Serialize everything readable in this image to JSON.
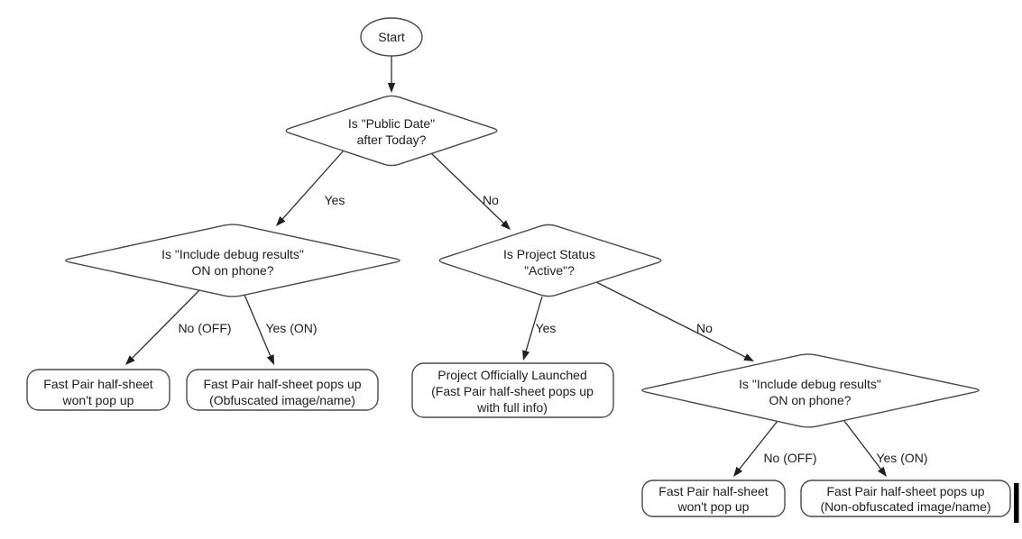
{
  "diagram": {
    "colors": {
      "background": "#ffffff",
      "shape_stroke": "#4a4a4a",
      "arrow": "#2d2d2d",
      "text": "#1c1c1c",
      "cursor_artifact": "#000000"
    },
    "nodes": {
      "start": {
        "type": "terminator",
        "lines": [
          "Start"
        ]
      },
      "public_date": {
        "type": "decision",
        "lines": [
          "Is \"Public Date\"",
          "after Today?"
        ]
      },
      "debug_left": {
        "type": "decision",
        "lines": [
          "Is \"Include debug results\"",
          "ON on phone?"
        ]
      },
      "project_status": {
        "type": "decision",
        "lines": [
          "Is Project Status",
          "\"Active\"?"
        ]
      },
      "debug_right": {
        "type": "decision",
        "lines": [
          "Is \"Include debug results\"",
          "ON on phone?"
        ]
      },
      "wont_popup_left": {
        "type": "result",
        "lines": [
          "Fast Pair half-sheet",
          "won't pop up"
        ]
      },
      "obfuscated": {
        "type": "result",
        "lines": [
          "Fast Pair half-sheet pops up",
          "(Obfuscated image/name)"
        ]
      },
      "launched": {
        "type": "result",
        "lines": [
          "Project Officially Launched",
          "(Fast Pair half-sheet pops up",
          "with full info)"
        ]
      },
      "wont_popup_right": {
        "type": "result",
        "lines": [
          "Fast Pair half-sheet",
          "won't pop up"
        ]
      },
      "non_obfuscated": {
        "type": "result",
        "lines": [
          "Fast Pair half-sheet pops up",
          "(Non-obfuscated image/name)"
        ]
      }
    },
    "edge_labels": {
      "public_date_yes": "Yes",
      "public_date_no": "No",
      "debug_left_no": "No (OFF)",
      "debug_left_yes": "Yes (ON)",
      "project_status_yes": "Yes",
      "project_status_no": "No",
      "debug_right_no": "No (OFF)",
      "debug_right_yes": "Yes (ON)"
    }
  }
}
